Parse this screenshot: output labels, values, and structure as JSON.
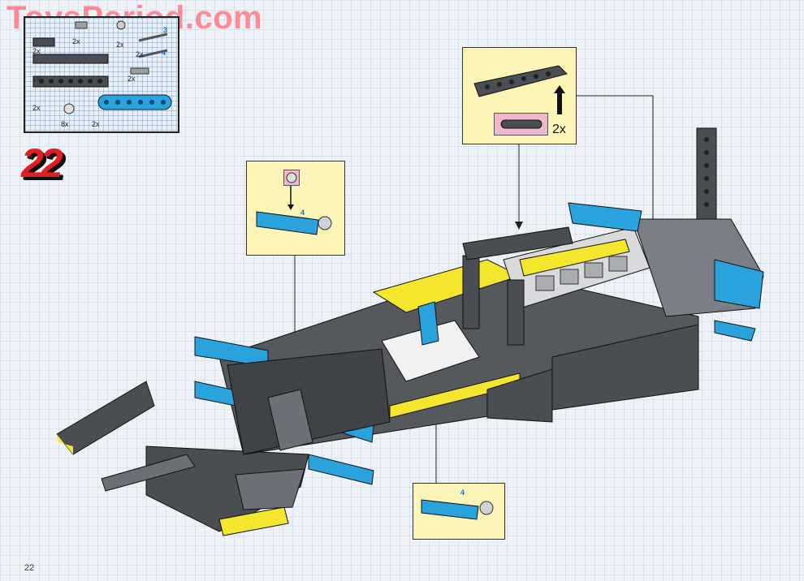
{
  "watermark": "ToysPeriod.com",
  "step_number": "22",
  "page_number": "22",
  "parts_list": {
    "quantities": [
      "2x",
      "2x",
      "2x",
      "2x",
      "1x",
      "2x",
      "2x",
      "8x",
      "2x"
    ],
    "axle_lengths": [
      "3",
      "4"
    ]
  },
  "callout_top": {
    "quantity": "2x"
  },
  "callout_left": {
    "axle_length": "4"
  },
  "callout_bottom": {
    "axle_length": "4"
  },
  "colors": {
    "brick_dark": "#4a4d52",
    "brick_blue": "#2aa2dc",
    "brick_yellow": "#f3e62c",
    "brick_white": "#f2f2f2",
    "callout_bg": "#fbf6b8",
    "step_red": "#e02020",
    "watermark_pink": "#ff7f8c"
  }
}
